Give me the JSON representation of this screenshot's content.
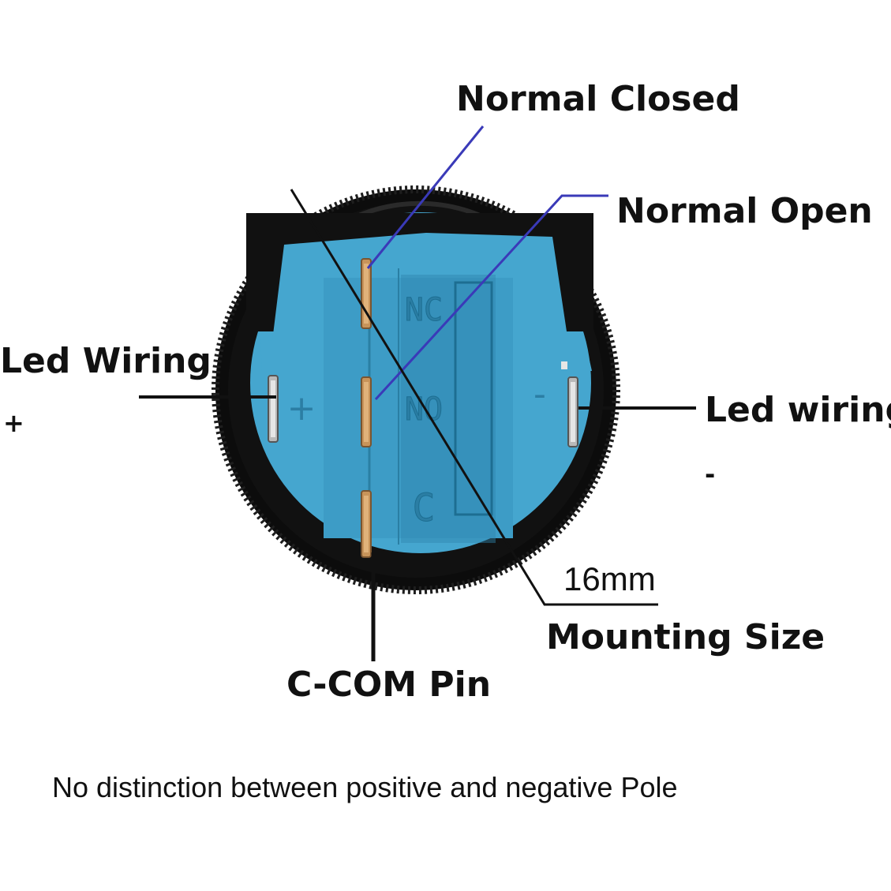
{
  "labels": {
    "normal_closed": "Normal Closed",
    "normal_open": "Normal Open",
    "led_wiring_left": "Led Wiring",
    "plus_sign": "+",
    "led_wiring_right": "Led wiring",
    "minus_sign": "-",
    "size_value": "16mm",
    "mounting_size": "Mounting Size",
    "com_pin": "C-COM Pin",
    "note": "No distinction between positive and negative Pole"
  },
  "switch_markings": {
    "nc": "NC",
    "no": "NO",
    "c": "C",
    "plus": "+",
    "minus": "-"
  },
  "colors": {
    "background": "#ffffff",
    "housing_black": "#0c0c0c",
    "base_blue": "#45a6cf",
    "base_blue_dark": "#2f86ad",
    "leader_blue": "#3a3ab8",
    "leader_black": "#111111",
    "pin_copper": "#c8945a"
  }
}
